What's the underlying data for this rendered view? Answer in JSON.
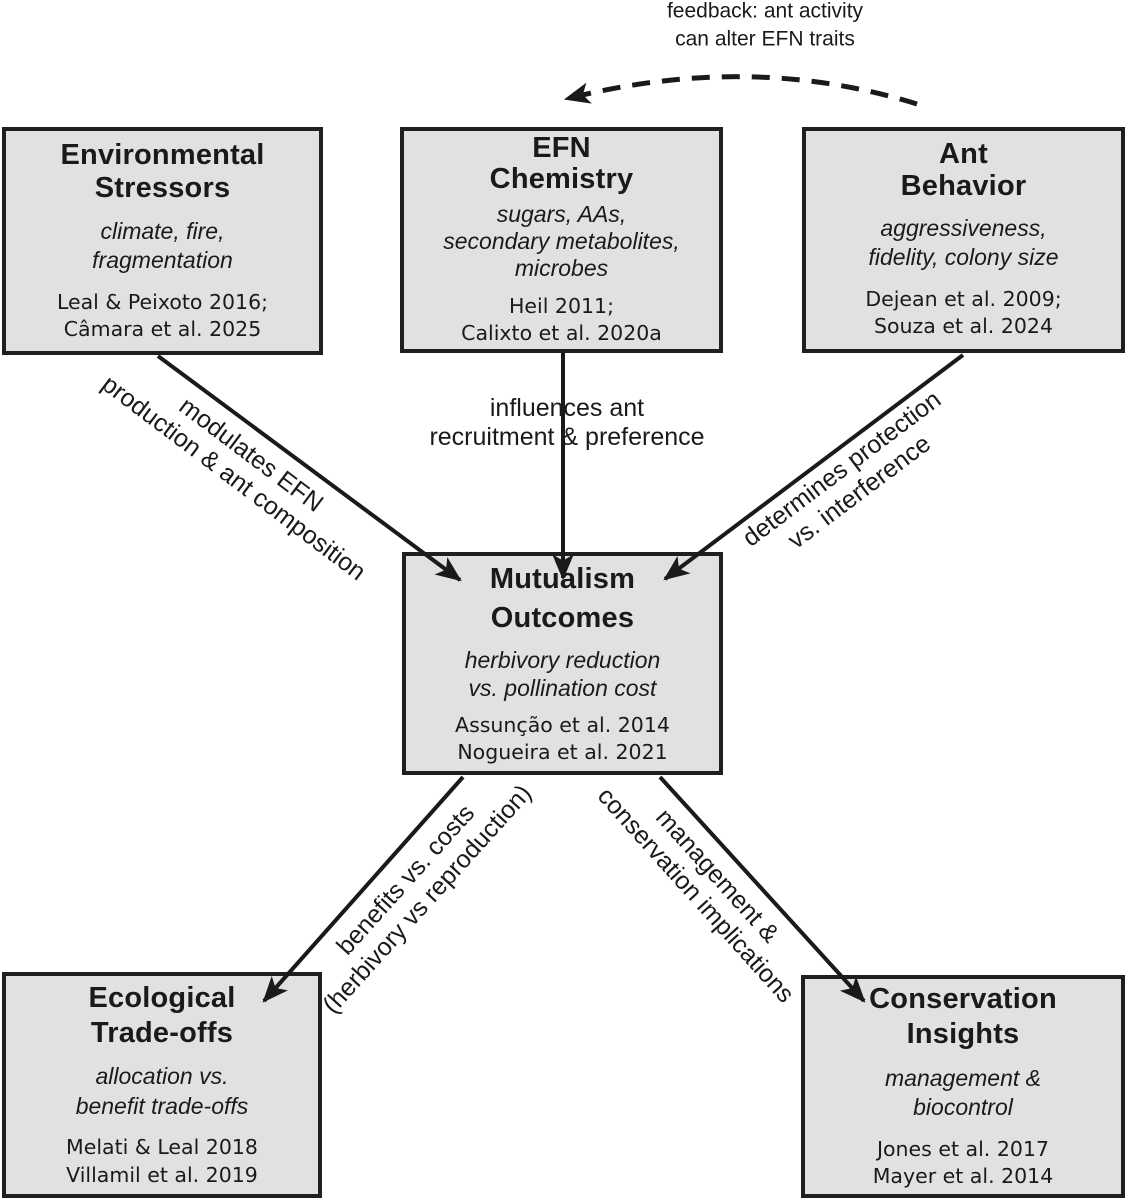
{
  "feedback": {
    "label": "feedback: ant activity\ncan alter EFN traits"
  },
  "boxes": {
    "environmental": {
      "title": "Environmental\nStressors",
      "subtitle": "climate, fire,\nfragmentation",
      "refs": "Leal & Peixoto 2016;\nCâmara et al. 2025"
    },
    "efn": {
      "title": "EFN\nChemistry",
      "subtitle": "sugars, AAs,\nsecondary metabolites,\nmicrobes",
      "refs": "Heil 2011;\nCalixto et al. 2020a"
    },
    "ant": {
      "title": "Ant\nBehavior",
      "subtitle": "aggressiveness,\nfidelity, colony size",
      "refs": "Dejean et al. 2009;\nSouza et al. 2024"
    },
    "mutualism": {
      "title": "Mutualism\nOutcomes",
      "subtitle": "herbivory reduction\nvs. pollination cost",
      "refs": "Assunção et al. 2014\nNogueira et al. 2021"
    },
    "ecological": {
      "title": "Ecological\nTrade-offs",
      "subtitle": "allocation vs.\nbenefit trade-offs",
      "refs": "Melati & Leal 2018\nVillamil et al. 2019"
    },
    "conservation": {
      "title": "Conservation\nInsights",
      "subtitle": "management &\nbiocontrol",
      "refs": "Jones et al. 2017\nMayer et al. 2014"
    }
  },
  "edges": {
    "env_to_mutualism": "modulates EFN\nproduction & ant composition",
    "efn_to_mutualism": "influences ant\nrecruitment & preference",
    "ant_to_mutualism": "determines protection\nvs. interference",
    "mutualism_to_ecological": "benefits vs. costs\n(herbivory vs reproduction)",
    "mutualism_to_conservation": "management &\nconservation implications"
  },
  "colors": {
    "box_fill": "#e1e1e1",
    "box_border": "#1f1f1f",
    "arrow": "#1a1a1a",
    "text": "#1a1a1a"
  }
}
